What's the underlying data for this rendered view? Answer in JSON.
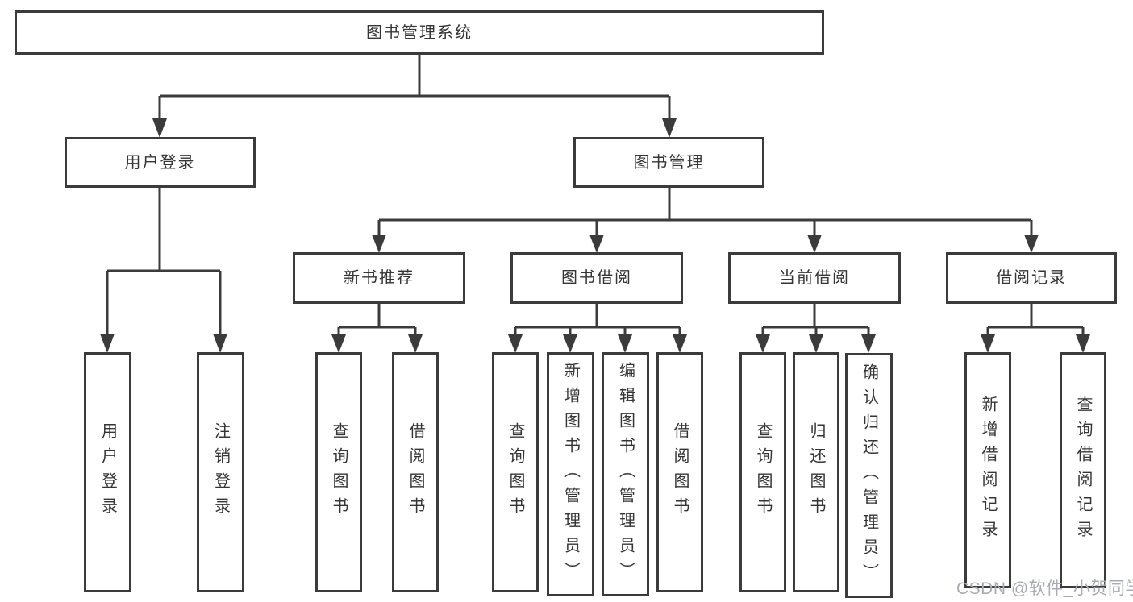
{
  "diagram_title": "图书管理系统",
  "colors": {
    "line": "#3b3b3b",
    "box_border": "#3b3b3b",
    "text": "#353535",
    "background": "#ffffff",
    "watermark": "#a8acb2"
  },
  "tree": {
    "root": {
      "label": "图书管理系统"
    },
    "level2": [
      {
        "label": "用户登录"
      },
      {
        "label": "图书管理"
      }
    ],
    "level3": [
      {
        "label": "新书推荐"
      },
      {
        "label": "图书借阅"
      },
      {
        "label": "当前借阅"
      },
      {
        "label": "借阅记录"
      }
    ],
    "leaves": {
      "user_login": [
        "用户登录",
        "注销登录"
      ],
      "new_book": [
        "查询图书",
        "借阅图书"
      ],
      "book_borrow": [
        "查询图书",
        "新增图书（管理员）",
        "编辑图书（管理员）",
        "借阅图书"
      ],
      "current_borrow": [
        "查询图书",
        "归还图书",
        "确认归还（管理员）"
      ],
      "borrow_record": [
        "新增借阅记录",
        "查询借阅记录"
      ]
    }
  },
  "watermark": {
    "text": "CSDN @软件_小贺同学"
  }
}
